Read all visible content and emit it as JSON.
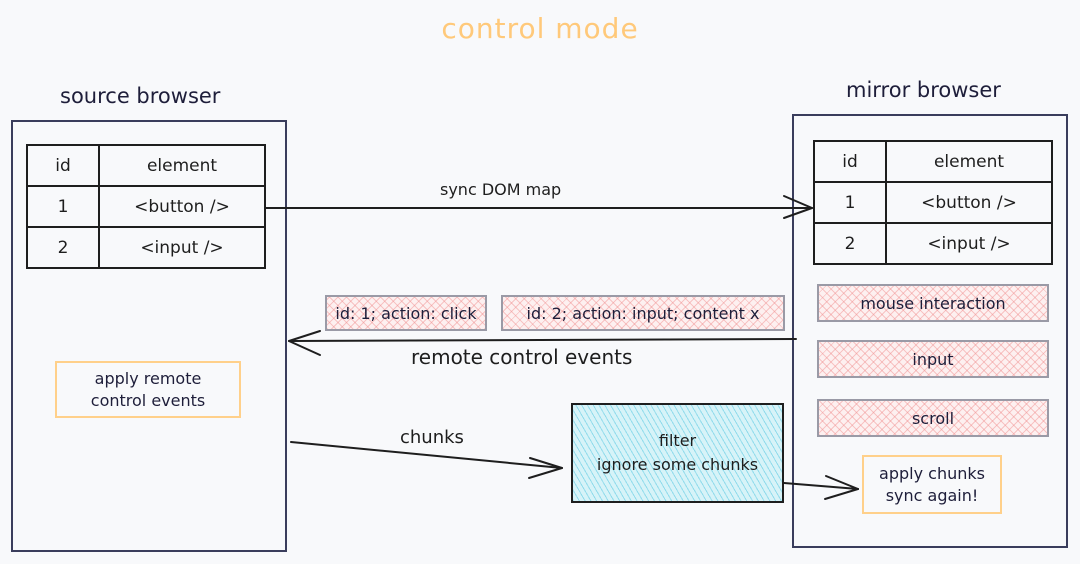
{
  "title": "control mode",
  "colors": {
    "title": "#ffc97a",
    "ink": "#1e1e3a",
    "event_fill": "#f8c4c4",
    "filter_fill": "#a5e4f0",
    "highlight_border": "#ffd08a"
  },
  "source_browser": {
    "label": "source browser",
    "table": {
      "headers": [
        "id",
        "element"
      ],
      "rows": [
        {
          "id": "1",
          "element": "<button />"
        },
        {
          "id": "2",
          "element": "<input />"
        }
      ]
    },
    "apply_box": {
      "line1": "apply remote",
      "line2": "control events"
    }
  },
  "mirror_browser": {
    "label": "mirror browser",
    "table": {
      "headers": [
        "id",
        "element"
      ],
      "rows": [
        {
          "id": "1",
          "element": "<button />"
        },
        {
          "id": "2",
          "element": "<input />"
        }
      ]
    },
    "event_sources": [
      "mouse interaction",
      "input",
      "scroll"
    ],
    "apply_box": {
      "line1": "apply chunks",
      "line2": "sync again!"
    }
  },
  "arrows": {
    "sync_dom_map": "sync DOM map",
    "remote_control_events": "remote control events",
    "chunks": "chunks"
  },
  "events": [
    "id: 1; action: click",
    "id: 2; action: input; content x"
  ],
  "filter": {
    "line1": "filter",
    "line2": "ignore some chunks"
  }
}
